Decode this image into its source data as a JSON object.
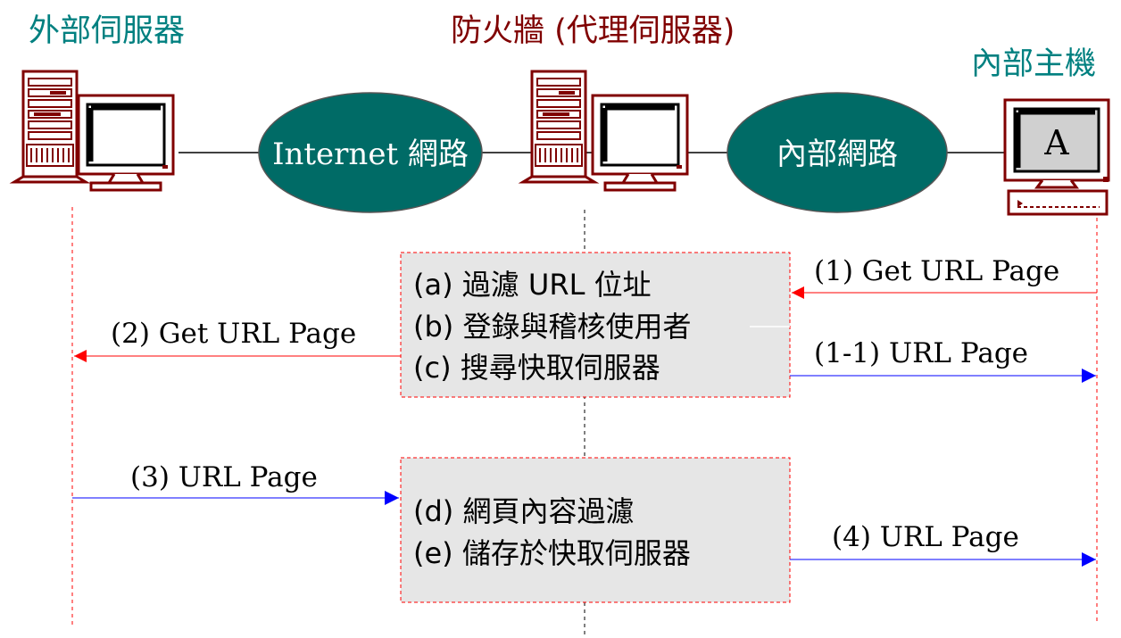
{
  "titles": {
    "external": "外部伺服器",
    "firewall": "防火牆 (代理伺服器)",
    "internal": "內部主機"
  },
  "networks": {
    "internet": "Internet 網路",
    "intranet": "內部網路"
  },
  "host_screen_letter": "A",
  "box1": {
    "line_a": "(a) 過濾 URL 位址",
    "line_b": "(b) 登錄與稽核使用者",
    "line_c": "(c) 搜尋快取伺服器"
  },
  "box2": {
    "line_d": "(d) 網頁內容過濾",
    "line_e": "(e) 儲存於快取伺服器"
  },
  "arrows": {
    "a1": "(1) Get URL Page",
    "a2": "(2) Get URL Page",
    "a1_1": "(1-1)  URL Page",
    "a3": "(3)  URL Page",
    "a4": "(4)  URL Page"
  },
  "colors": {
    "title_teal": "#008080",
    "title_maroon": "#800000",
    "ellipse_fill": "#006b66",
    "request_arrow": "#ff0000",
    "response_arrow": "#0000ff",
    "box_fill": "#e6e6e6",
    "box_border": "#ff0000"
  }
}
